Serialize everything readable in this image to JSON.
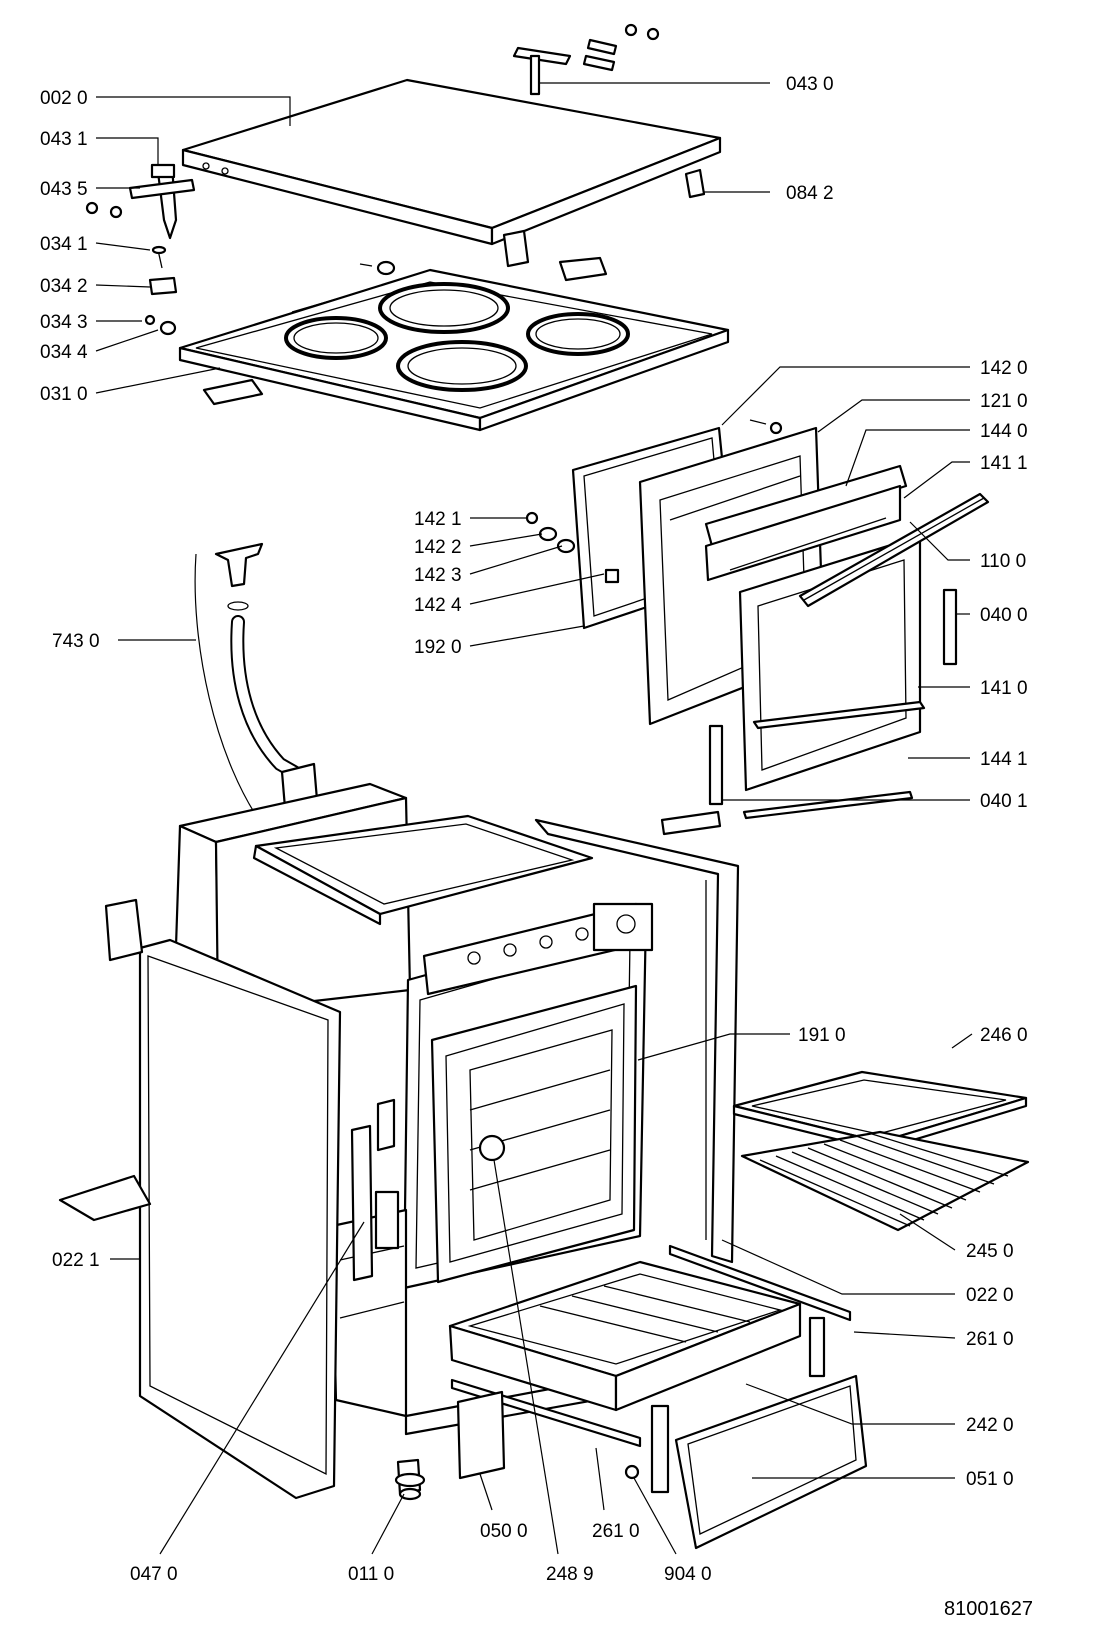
{
  "labels": {
    "l0020": "002 0",
    "l0431": "043 1",
    "l0435": "043 5",
    "l0341": "034 1",
    "l0342": "034 2",
    "l0343": "034 3",
    "l0344": "034 4",
    "l0310": "031 0",
    "l0430": "043 0",
    "l0842": "084 2",
    "l1420": "142 0",
    "l1210": "121 0",
    "l1440": "144 0",
    "l1411": "141 1",
    "l1100": "110 0",
    "l0400": "040 0",
    "l1410": "141 0",
    "l1441": "144 1",
    "l0401": "040 1",
    "l1421": "142 1",
    "l1422": "142 2",
    "l1423": "142 3",
    "l1424": "142 4",
    "l1920": "192 0",
    "l7430": "743 0",
    "l1910": "191 0",
    "l2460": "246 0",
    "l2450": "245 0",
    "l0220": "022 0",
    "l0221": "022 1",
    "l2610a": "261 0",
    "l2420": "242 0",
    "l0510": "051 0",
    "l0470": "047 0",
    "l0110": "011 0",
    "l0500": "050 0",
    "l2610b": "261 0",
    "l2489": "248 9",
    "l9040": "904 0"
  },
  "drawing_number": "81001627"
}
